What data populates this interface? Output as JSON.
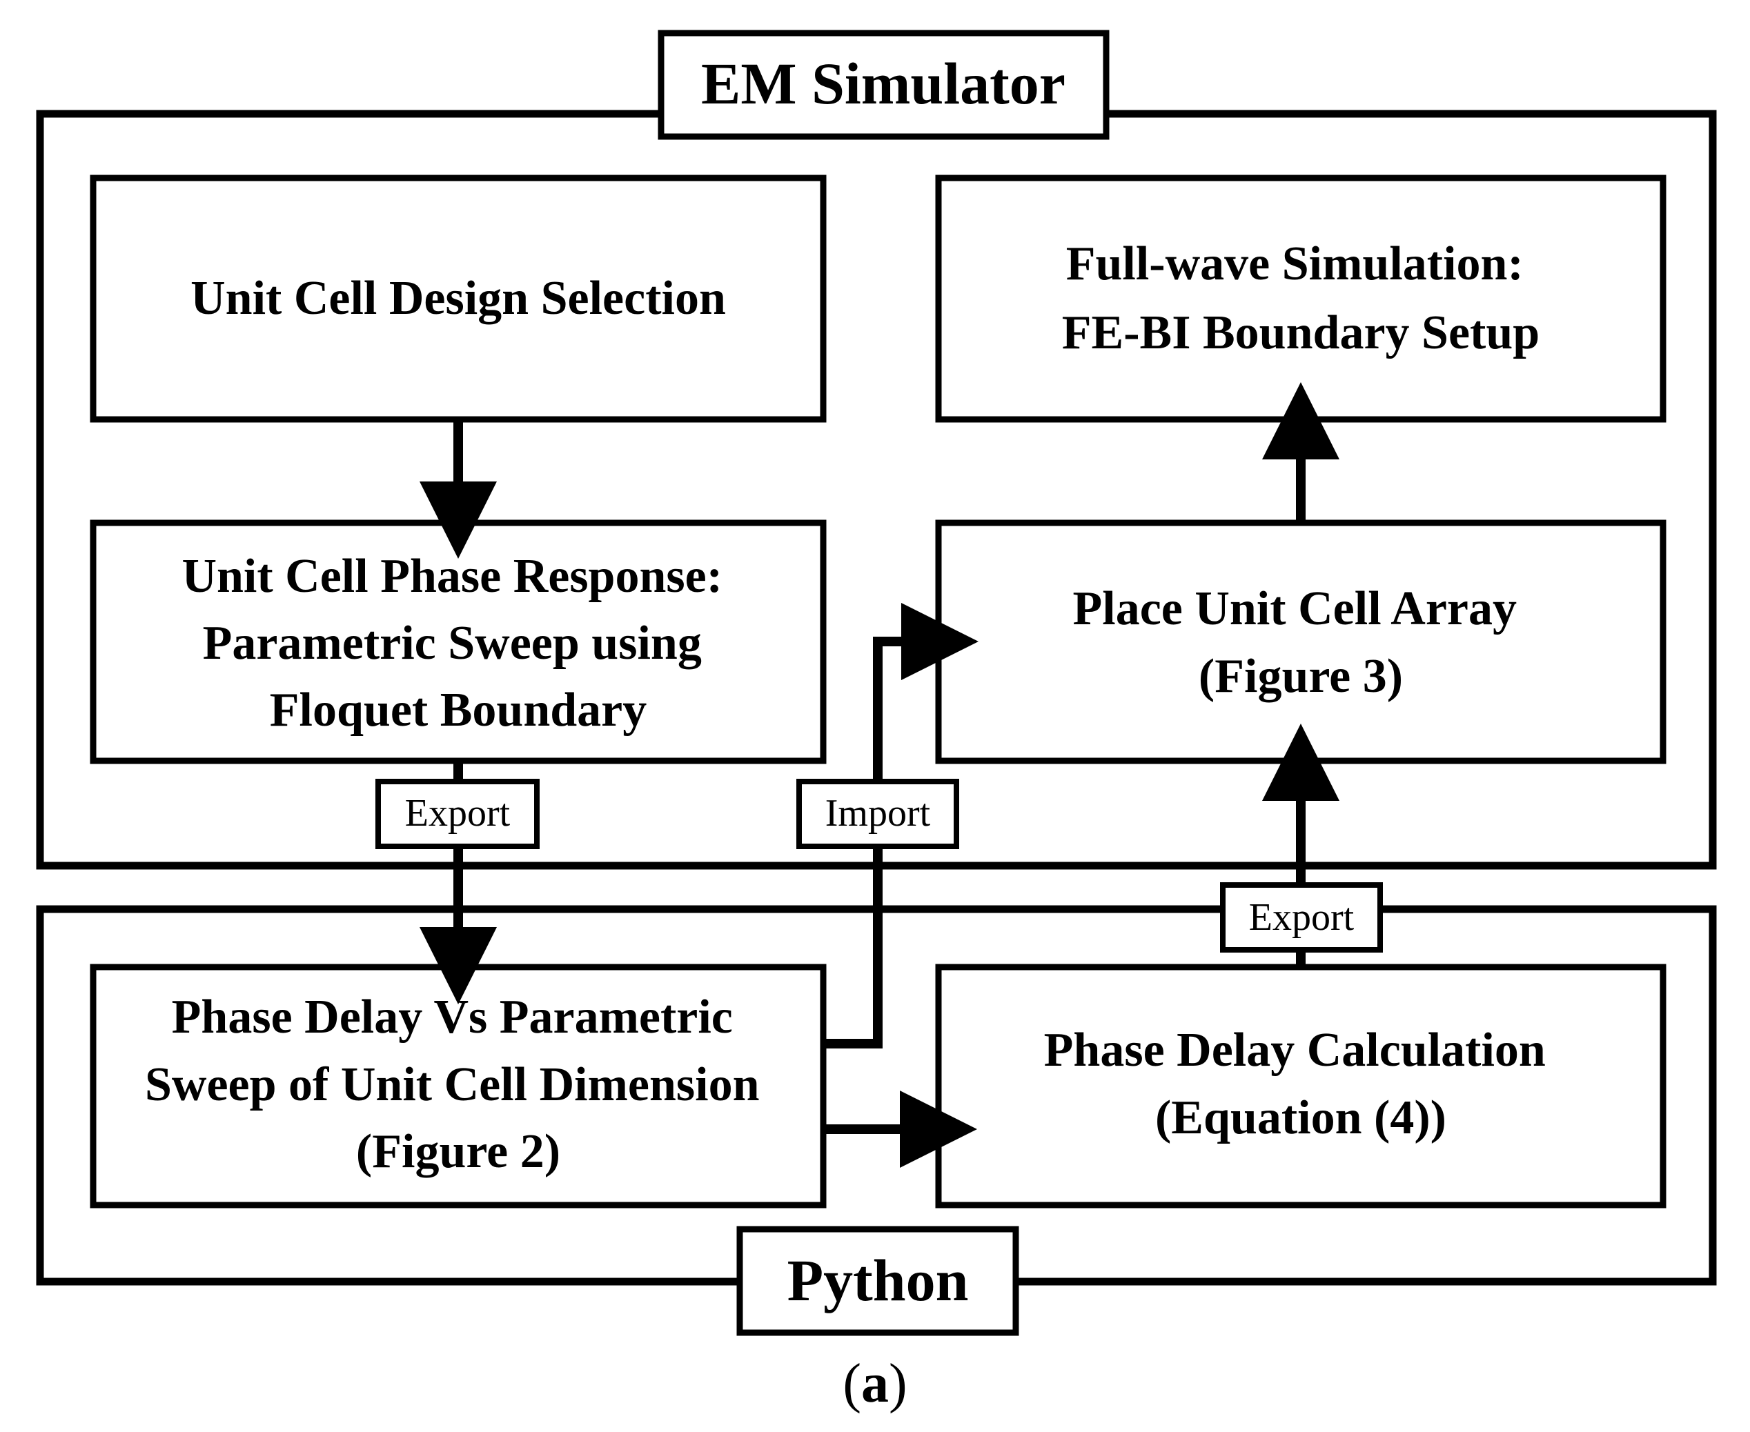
{
  "containers": {
    "em_simulator": "EM Simulator",
    "python": "Python"
  },
  "boxes": {
    "unit_cell_design": [
      "Unit Cell Design Selection"
    ],
    "unit_cell_phase": [
      "Unit Cell Phase Response:",
      "Parametric Sweep using",
      "Floquet Boundary"
    ],
    "full_wave": [
      "Full-wave Simulation:",
      "FE-BI Boundary Setup"
    ],
    "place_array": [
      "Place Unit Cell Array",
      "(Figure 3)"
    ],
    "phase_delay_sweep": [
      "Phase Delay Vs Parametric",
      "Sweep of Unit Cell Dimension",
      "(Figure 2)"
    ],
    "phase_delay_calc": [
      "Phase Delay Calculation",
      "(Equation (4))"
    ]
  },
  "connector_labels": {
    "export_left": "Export",
    "import": "Import",
    "export_right": "Export"
  },
  "caption": {
    "open": "(",
    "letter": "a",
    "close": ")"
  },
  "colors": {
    "stroke": "#000000",
    "background": "#ffffff"
  }
}
